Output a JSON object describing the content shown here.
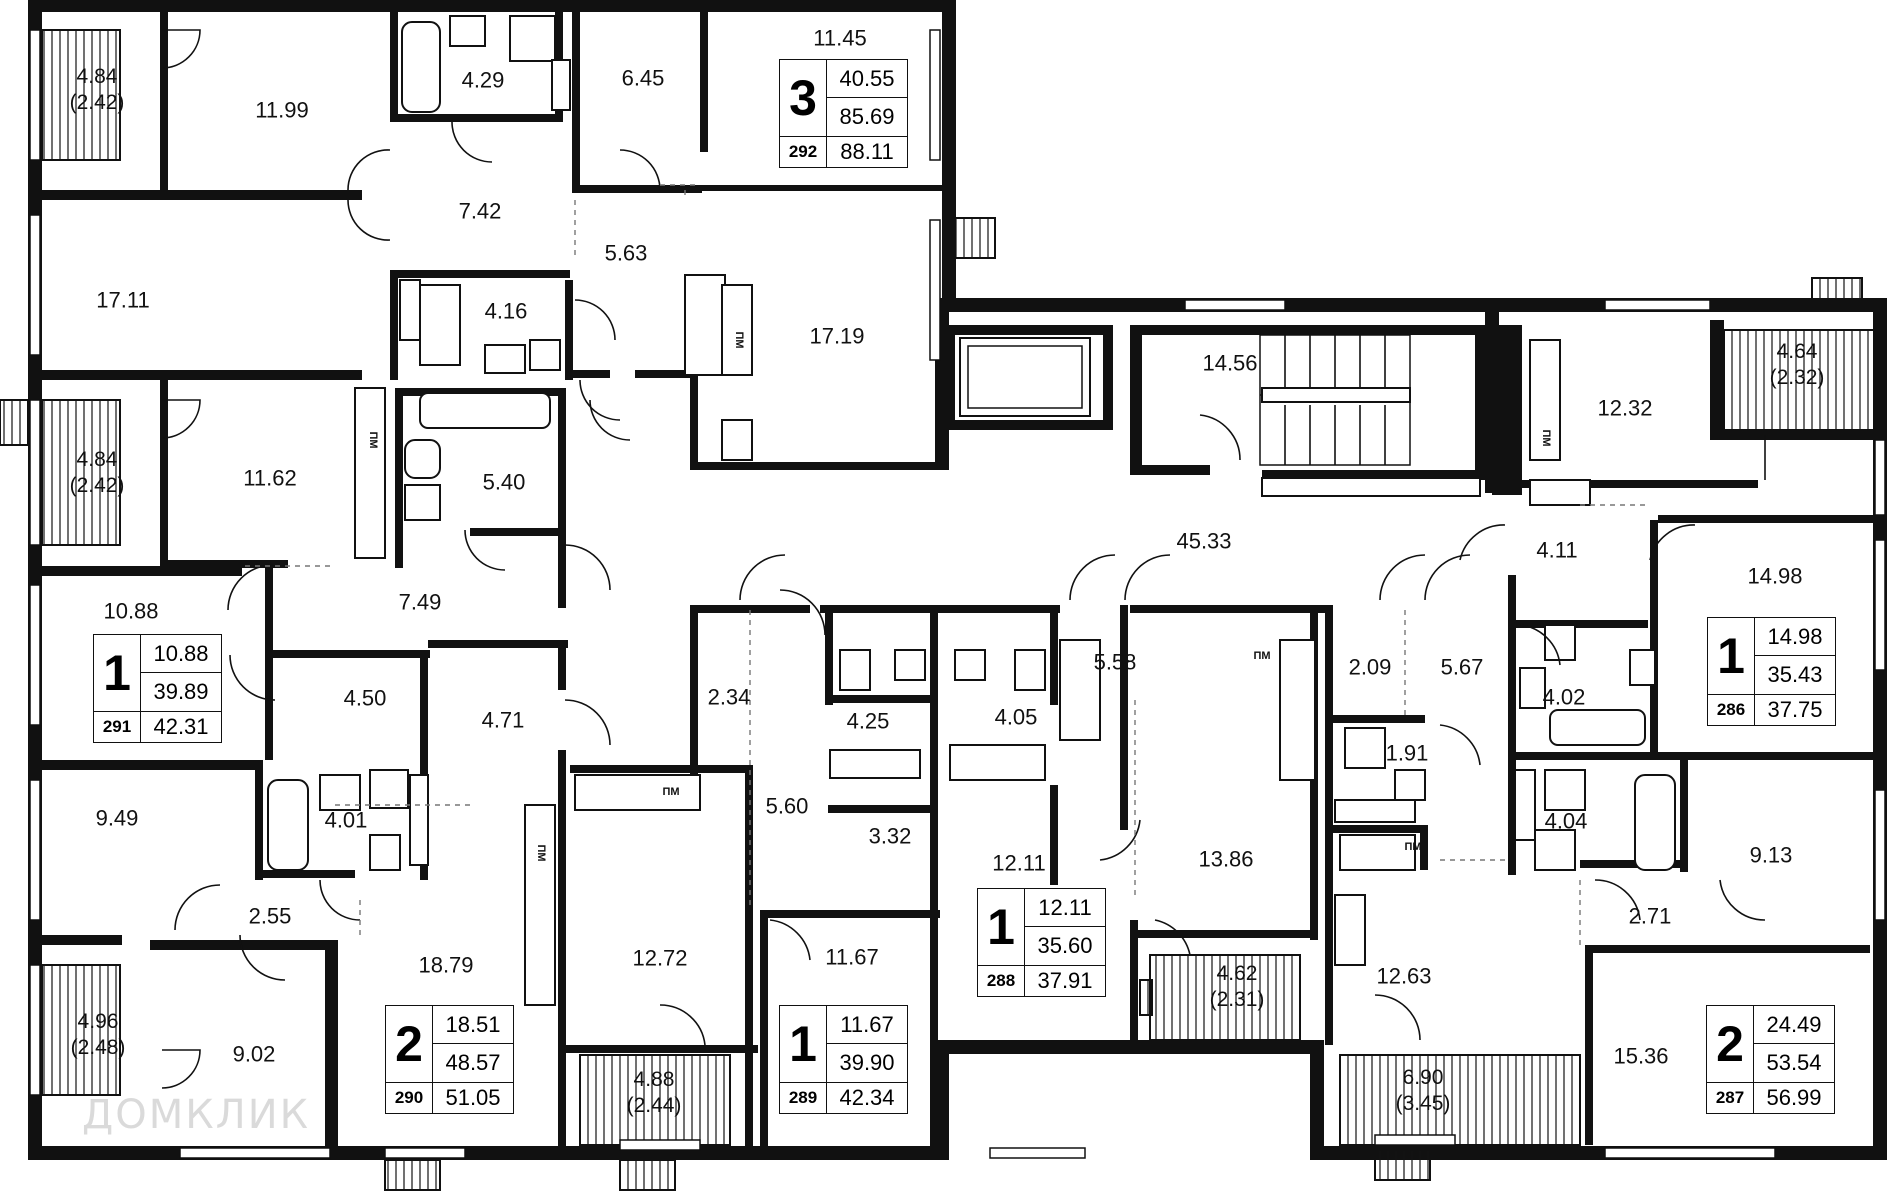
{
  "rooms": {
    "r_11_99": "11.99",
    "r_4_29": "4.29",
    "r_6_45": "6.45",
    "r_11_45": "11.45",
    "b_4_84_a": "4.84\n(2.42)",
    "r_7_42": "7.42",
    "r_5_63": "5.63",
    "r_17_11": "17.11",
    "r_4_16": "4.16",
    "r_17_19": "17.19",
    "r_14_56": "14.56",
    "r_12_32": "12.32",
    "b_4_64": "4.64\n(2.32)",
    "b_4_84_b": "4.84\n(2.42)",
    "r_11_62": "11.62",
    "r_5_40": "5.40",
    "r_45_33": "45.33",
    "r_10_88": "10.88",
    "r_7_49": "7.49",
    "r_4_11": "4.11",
    "r_14_98": "14.98",
    "r_4_50": "4.50",
    "r_4_71": "4.71",
    "r_2_34": "2.34",
    "r_4_25": "4.25",
    "r_4_05": "4.05",
    "r_5_58": "5.58",
    "r_2_09": "2.09",
    "r_5_67": "5.67",
    "r_4_02": "4.02",
    "r_1_91": "1.91",
    "r_9_49": "9.49",
    "r_4_01": "4.01",
    "r_5_60": "5.60",
    "r_3_32": "3.32",
    "r_12_11": "12.11",
    "r_13_86": "13.86",
    "r_4_04": "4.04",
    "r_9_13": "9.13",
    "r_2_55": "2.55",
    "r_2_71": "2.71",
    "r_18_79": "18.79",
    "r_12_72": "12.72",
    "r_11_67": "11.67",
    "r_12_63": "12.63",
    "b_4_62": "4.62\n(2.31)",
    "b_4_96": "4.96\n(2.48)",
    "r_9_02": "9.02",
    "r_15_36": "15.36",
    "b_4_88": "4.88\n(2.44)",
    "b_6_90": "6.90\n(3.45)"
  },
  "kitchen_marks": {
    "pm": "ПМ"
  },
  "apartments": [
    {
      "rooms": "3",
      "number": "292",
      "living": "40.55",
      "area": "85.69",
      "total": "88.11"
    },
    {
      "rooms": "1",
      "number": "291",
      "living": "10.88",
      "area": "39.89",
      "total": "42.31"
    },
    {
      "rooms": "1",
      "number": "286",
      "living": "14.98",
      "area": "35.43",
      "total": "37.75"
    },
    {
      "rooms": "1",
      "number": "288",
      "living": "12.11",
      "area": "35.60",
      "total": "37.91"
    },
    {
      "rooms": "2",
      "number": "290",
      "living": "18.51",
      "area": "48.57",
      "total": "51.05"
    },
    {
      "rooms": "1",
      "number": "289",
      "living": "11.67",
      "area": "39.90",
      "total": "42.34"
    },
    {
      "rooms": "2",
      "number": "287",
      "living": "24.49",
      "area": "53.54",
      "total": "56.99"
    }
  ],
  "watermark": "ДОМКЛИК",
  "colors": {
    "wall": "#111111",
    "background": "#ffffff"
  }
}
